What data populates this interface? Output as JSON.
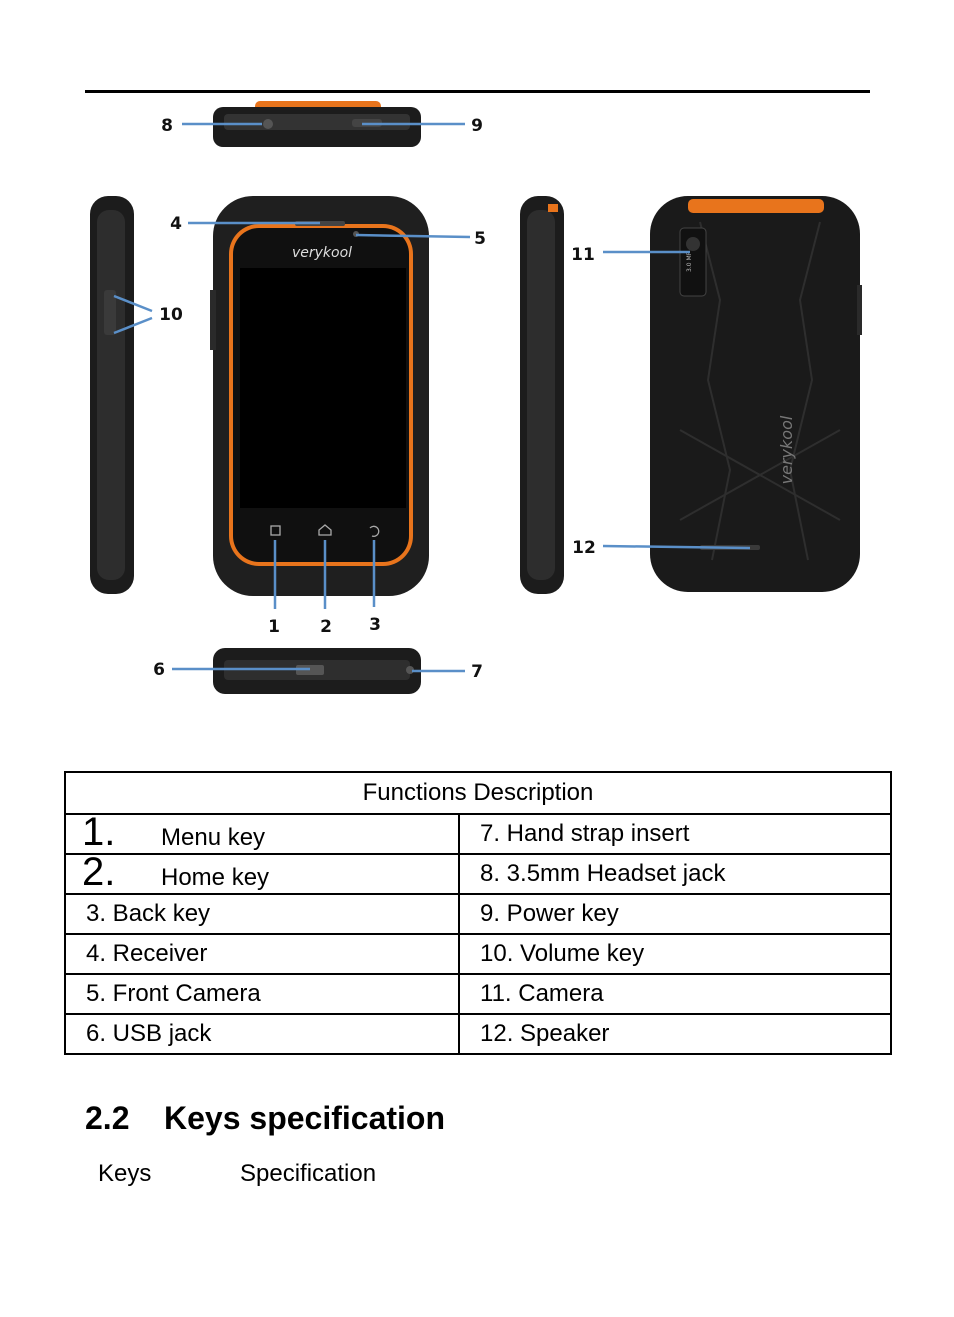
{
  "figure": {
    "brand": "verykool",
    "back_brand": "verykool",
    "camera_label": "3.0 MP",
    "callouts": [
      "1",
      "2",
      "3",
      "4",
      "5",
      "6",
      "7",
      "8",
      "9",
      "10",
      "11",
      "12"
    ]
  },
  "table": {
    "header": "Functions Description",
    "rows": [
      {
        "left_num": "1.",
        "left_text": "Menu key",
        "right": "7. Hand strap insert"
      },
      {
        "left_num": "2.",
        "left_text": "Home key",
        "right": "8. 3.5mm Headset jack"
      },
      {
        "left": "3. Back key",
        "right": "9. Power key"
      },
      {
        "left": "4. Receiver",
        "right": "10. Volume key"
      },
      {
        "left": "5. Front Camera",
        "right": "11. Camera"
      },
      {
        "left": "6. USB jack",
        "right": "12. Speaker"
      }
    ]
  },
  "section": {
    "number": "2.2",
    "title": "Keys specification"
  },
  "keys_table": {
    "col1": "Keys",
    "col2": "Specification"
  },
  "colors": {
    "accent": "#e8741c",
    "leader": "#5a8fc8",
    "body": "#1c1c1c"
  }
}
